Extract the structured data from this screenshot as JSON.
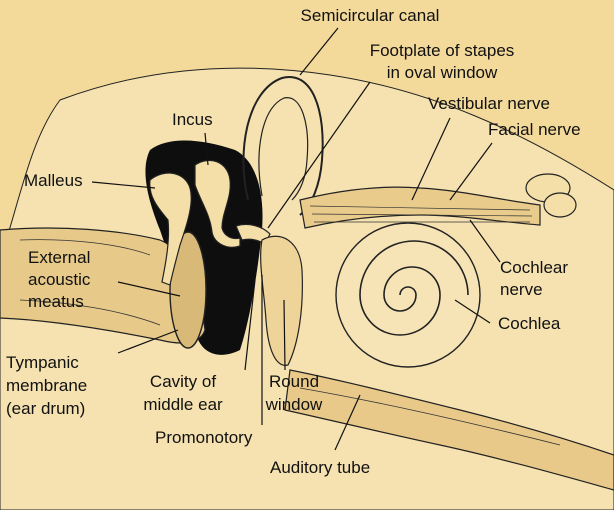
{
  "labels": {
    "semicircular_canal": "Semicircular canal",
    "footplate_line1": "Footplate of stapes",
    "footplate_line2": "in oval window",
    "vestibular_nerve": "Vestibular nerve",
    "facial_nerve": "Facial nerve",
    "incus": "Incus",
    "malleus": "Malleus",
    "external_line1": "External",
    "external_line2": "acoustic",
    "external_line3": "meatus",
    "cochlear_nerve_line1": "Cochlear",
    "cochlear_nerve_line2": "nerve",
    "cochlea": "Cochlea",
    "tympanic_line1": "Tympanic",
    "tympanic_line2": "membrane",
    "tympanic_line3": "(ear drum)",
    "cavity_line1": "Cavity of",
    "cavity_line2": "middle ear",
    "round_line1": "Round",
    "round_line2": "window",
    "promonotory": "Promonotory",
    "auditory_tube": "Auditory tube"
  },
  "colors": {
    "background": "#f3d99a",
    "ink": "#111111"
  }
}
